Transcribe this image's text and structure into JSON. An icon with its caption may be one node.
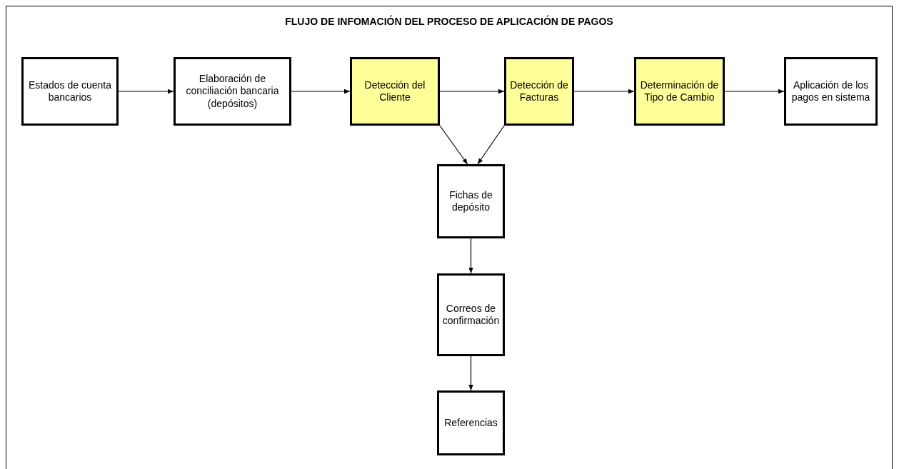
{
  "diagram": {
    "title": "FLUJO DE INFOMACIÓN DEL PROCESO DE APLICACIÓN DE PAGOS",
    "nodes": [
      {
        "text": [
          "Estados de cuenta bancarios"
        ]
      },
      {
        "text": [
          "Elaboración de conciliación bancaria (depósitos)"
        ]
      },
      {
        "text": [
          "Detección del Cliente"
        ]
      },
      {
        "text": [
          "Detección de Facturas"
        ]
      },
      {
        "text": [
          "Determinación de Tipo de Cambio"
        ]
      },
      {
        "text": [
          "Aplicación de los pagos en sistema"
        ]
      },
      {
        "text": [
          "Fichas de depósito"
        ]
      },
      {
        "text": [
          "Correos de confirmación"
        ]
      },
      {
        "text": [
          "Referencias"
        ]
      }
    ],
    "edges": [
      {
        "from": 0,
        "to": 1,
        "arrow": "to"
      },
      {
        "from": 1,
        "to": 2,
        "arrow": "to"
      },
      {
        "from": 2,
        "to": 3,
        "arrow": "to"
      },
      {
        "from": 3,
        "to": 4,
        "arrow": "to"
      },
      {
        "from": 4,
        "to": 5,
        "arrow": "to"
      },
      {
        "from": 2,
        "to": 6,
        "arrow": "to"
      },
      {
        "from": 3,
        "to": 6,
        "arrow": "to"
      },
      {
        "from": 6,
        "to": 7,
        "arrow": "to"
      },
      {
        "from": 7,
        "to": 8,
        "arrow": "to"
      }
    ]
  }
}
